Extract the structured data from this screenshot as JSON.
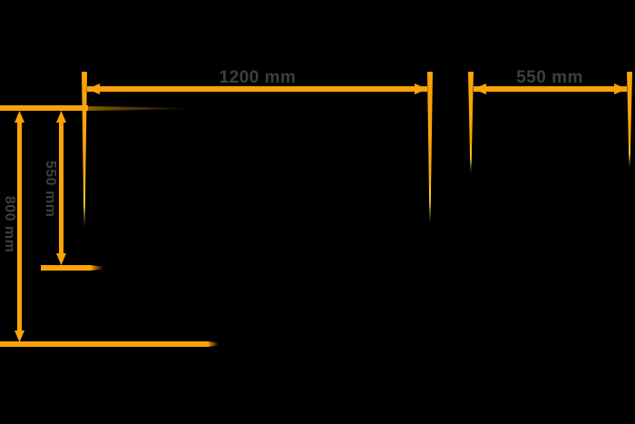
{
  "diagram": {
    "type": "product-dimension-diagram",
    "unit": "mm",
    "colors": {
      "background": "#000000",
      "dimension_line": "#fba308",
      "leg_tip": "#ffd93b",
      "label_text": "#3e3e3e"
    },
    "front_view": {
      "width_label": "1200 mm",
      "overall_height_label": "800 mm",
      "upper_section_height_label": "550 mm"
    },
    "side_view": {
      "depth_label": "550 mm"
    }
  }
}
